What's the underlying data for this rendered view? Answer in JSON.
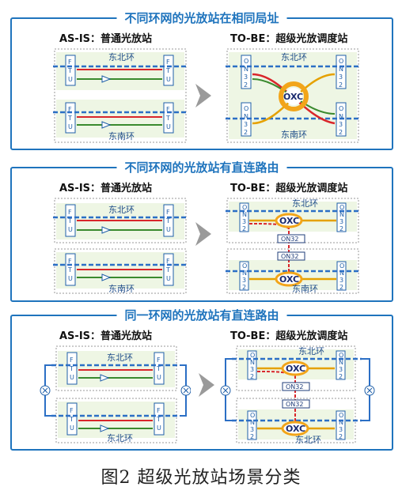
{
  "panels": [
    {
      "title": "不同环网的光放站在相同局址",
      "asis": "AS-IS：普通光放站",
      "tobe": "TO-BE：超级光放调度站",
      "ring_top": "东北环",
      "ring_bottom": "东南环"
    },
    {
      "title": "不同环网的光放站有直连路由",
      "asis": "AS-IS：普通光放站",
      "tobe": "TO-BE：超级光放调度站",
      "ring_top": "东北环",
      "ring_bottom": "东南环"
    },
    {
      "title": "同一环网的光放站有直连路由",
      "asis": "AS-IS：普通光放站",
      "tobe": "TO-BE：超级光放调度站",
      "ring_top": "东北环",
      "ring_bottom": "东北环"
    }
  ],
  "labels": {
    "ftu": [
      "F",
      "T",
      "U"
    ],
    "on32": [
      "O",
      "N",
      "3",
      "2"
    ],
    "on32_box": "ON32",
    "oxc": "OXC"
  },
  "caption": "图2  超级光放站场景分类",
  "colors": {
    "accent": "#1f74bd",
    "fiber_blue": "#2b6fc5",
    "fiber_red": "#d9262b",
    "node_fill": "#eef6e4"
  }
}
